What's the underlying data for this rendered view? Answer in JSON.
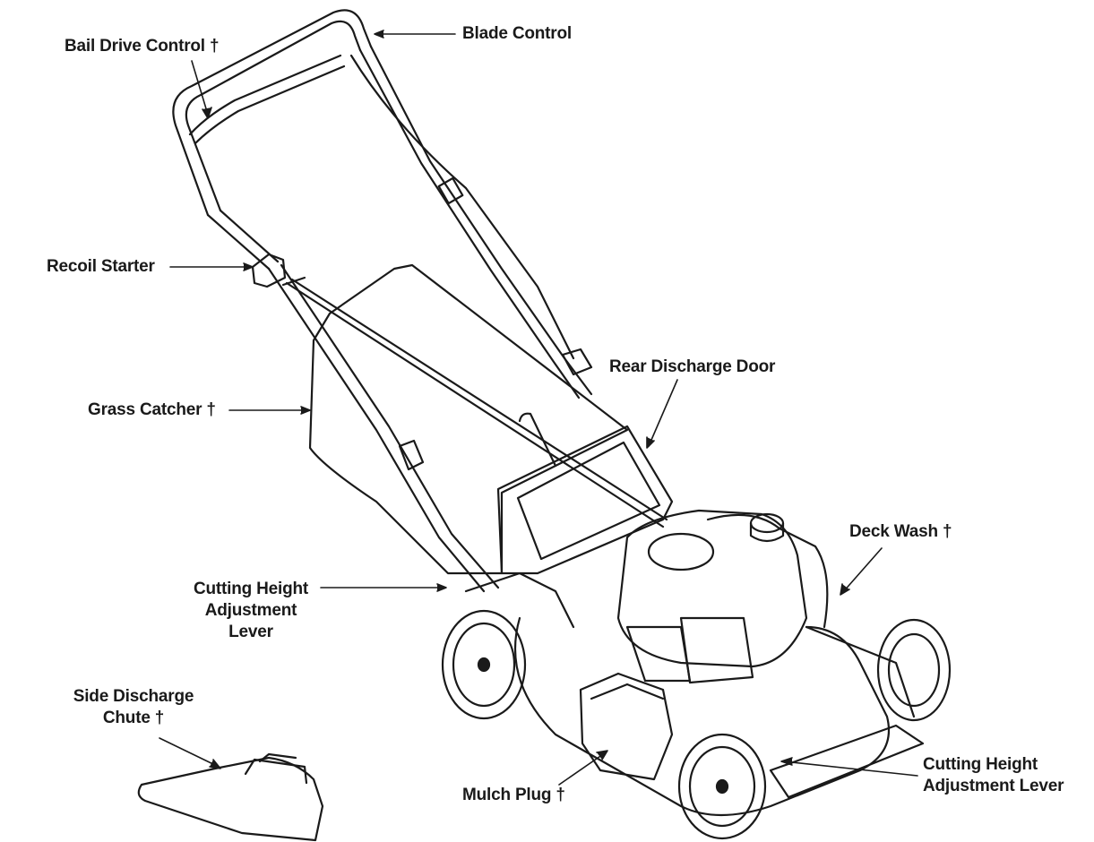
{
  "labels": {
    "bail_drive_control": "Bail Drive Control †",
    "blade_control": "Blade Control",
    "recoil_starter": "Recoil Starter",
    "rear_discharge_door": "Rear Discharge Door",
    "grass_catcher": "Grass Catcher †",
    "deck_wash": "Deck Wash †",
    "cutting_height_left": [
      "Cutting Height",
      "Adjustment",
      "Lever"
    ],
    "side_discharge_chute": [
      "Side Discharge",
      "Chute †"
    ],
    "mulch_plug": "Mulch Plug †",
    "cutting_height_right": [
      "Cutting Height",
      "Adjustment Lever"
    ]
  },
  "colors": {
    "ink": "#1a1a1a",
    "background": "#ffffff"
  }
}
